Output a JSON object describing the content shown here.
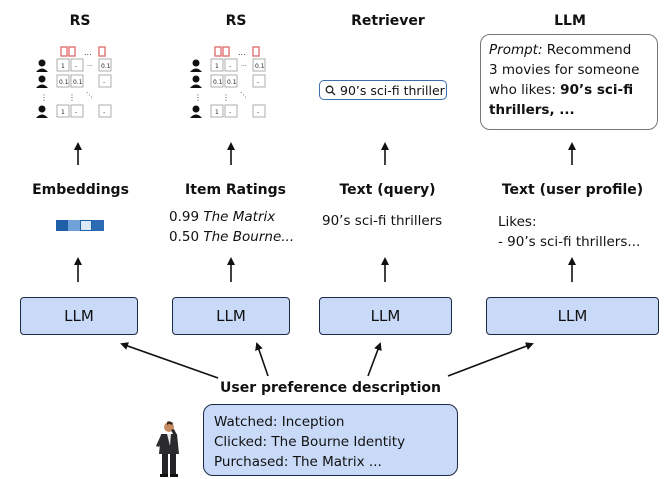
{
  "columns": [
    {
      "top_label": "RS",
      "mid_label": "Embeddings",
      "llm_label": "LLM"
    },
    {
      "top_label": "RS",
      "mid_label": "Item Ratings",
      "llm_label": "LLM",
      "ratings": [
        {
          "score": "0.99",
          "title": "The Matrix"
        },
        {
          "score": "0.50",
          "title": "The Bourne..."
        }
      ]
    },
    {
      "top_label": "Retriever",
      "mid_label": "Text (query)",
      "llm_label": "LLM",
      "query_text": "90’s sci-fi thrillers",
      "search_text": "90’s sci-fi thriller"
    },
    {
      "top_label": "LLM",
      "mid_label": "Text (user profile)",
      "llm_label": "LLM",
      "profile_lines": [
        "Likes:",
        "- 90’s sci-fi thrillers..."
      ],
      "prompt": {
        "prefix": "Prompt:",
        "line1": " Recommend",
        "line2": "3 movies for someone",
        "line3": "who likes: ",
        "bold_part": "90’s sci-fi",
        "line4": "thrillers, ..."
      }
    }
  ],
  "matrix": {
    "cells_row1": [
      "1",
      "-",
      "...",
      "0.1"
    ],
    "cells_row2": [
      "0.1",
      "0.1",
      "",
      "-"
    ],
    "cells_row4": [
      "1",
      "-",
      "",
      "-"
    ]
  },
  "user_pref_title": "User preference description",
  "user_pref_lines": [
    "Watched: Inception",
    "Clicked: The Bourne Identity",
    "Purchased: The Matrix ..."
  ],
  "colors": {
    "box_fill": "#c9daf8",
    "box_border": "#1c2a44",
    "item_icon": "#e06666",
    "embedding_dark": "#1f5fa8",
    "embedding_light": "#9fc3e9"
  }
}
